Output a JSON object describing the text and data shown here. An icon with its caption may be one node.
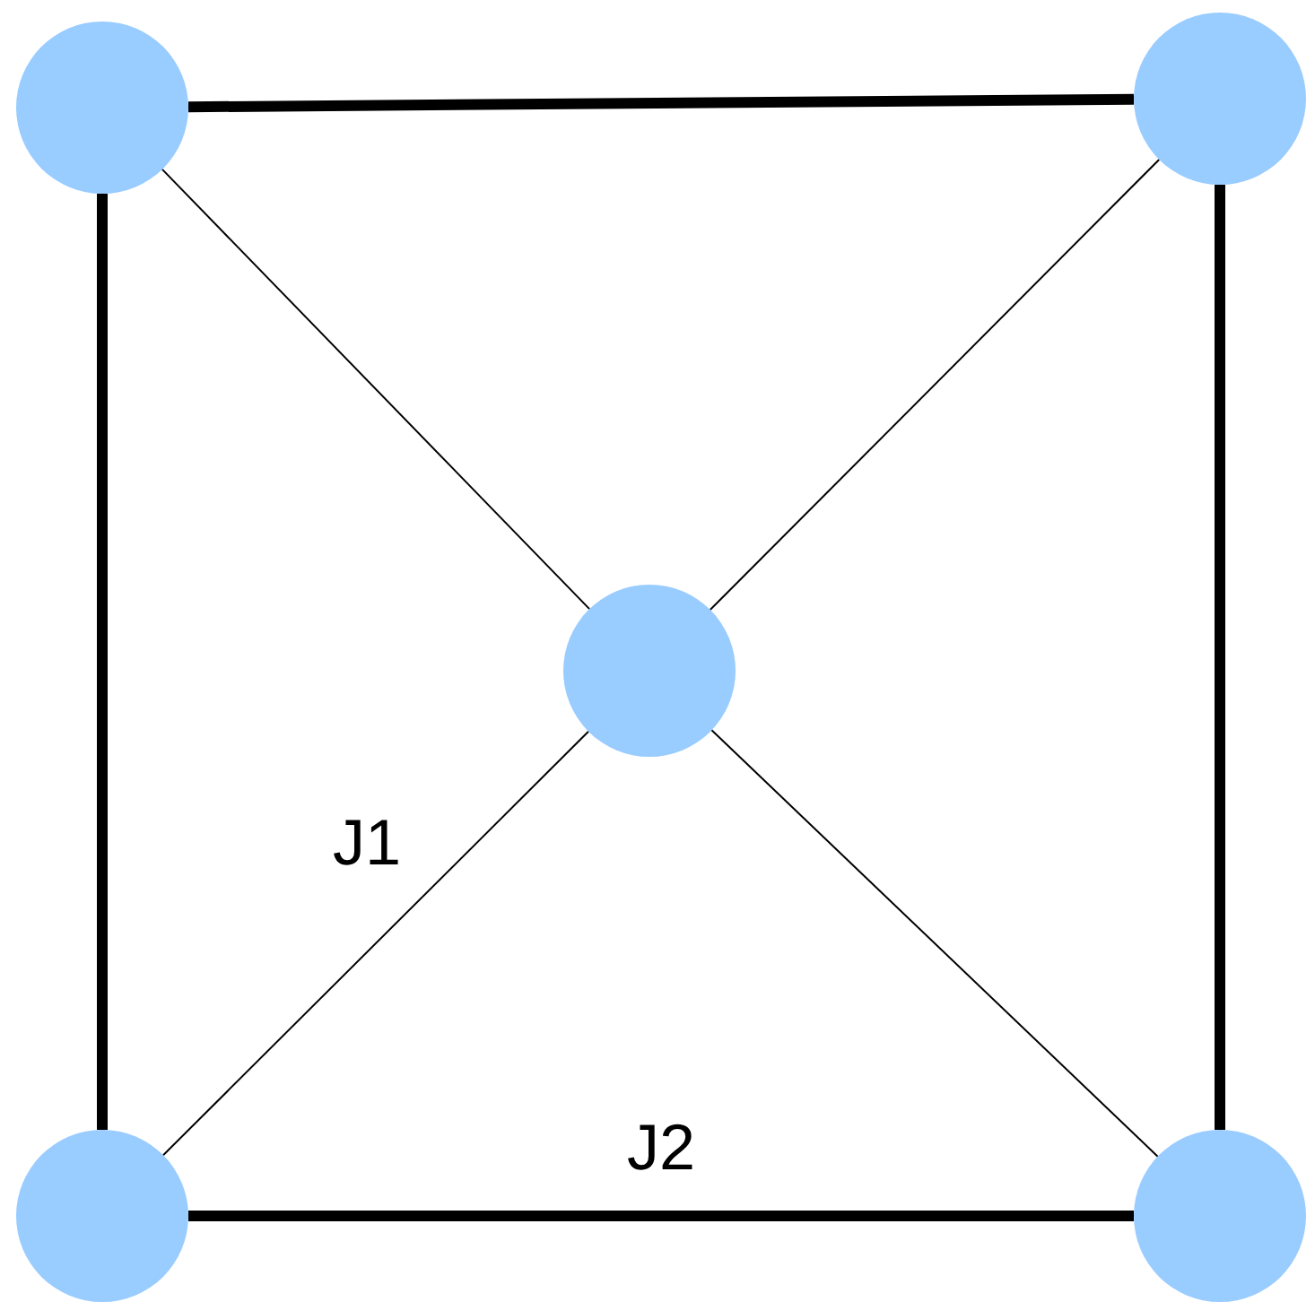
{
  "diagram": {
    "nodes": [
      {
        "text": [],
        "shape": "circle"
      },
      {
        "text": [],
        "shape": "circle"
      },
      {
        "text": [],
        "shape": "circle"
      },
      {
        "text": [],
        "shape": "circle"
      },
      {
        "text": [],
        "shape": "circle"
      }
    ],
    "edges": [
      {
        "from": 0,
        "to": 1,
        "arrow": "none",
        "style": "thick"
      },
      {
        "from": 1,
        "to": 4,
        "arrow": "none",
        "style": "thick"
      },
      {
        "from": 3,
        "to": 4,
        "arrow": "none",
        "style": "thick",
        "label": "J2"
      },
      {
        "from": 0,
        "to": 3,
        "arrow": "none",
        "style": "thick"
      },
      {
        "from": 0,
        "to": 2,
        "arrow": "none"
      },
      {
        "from": 1,
        "to": 2,
        "arrow": "none"
      },
      {
        "from": 2,
        "to": 3,
        "arrow": "none",
        "label": "J1"
      },
      {
        "from": 2,
        "to": 4,
        "arrow": "none"
      }
    ]
  }
}
